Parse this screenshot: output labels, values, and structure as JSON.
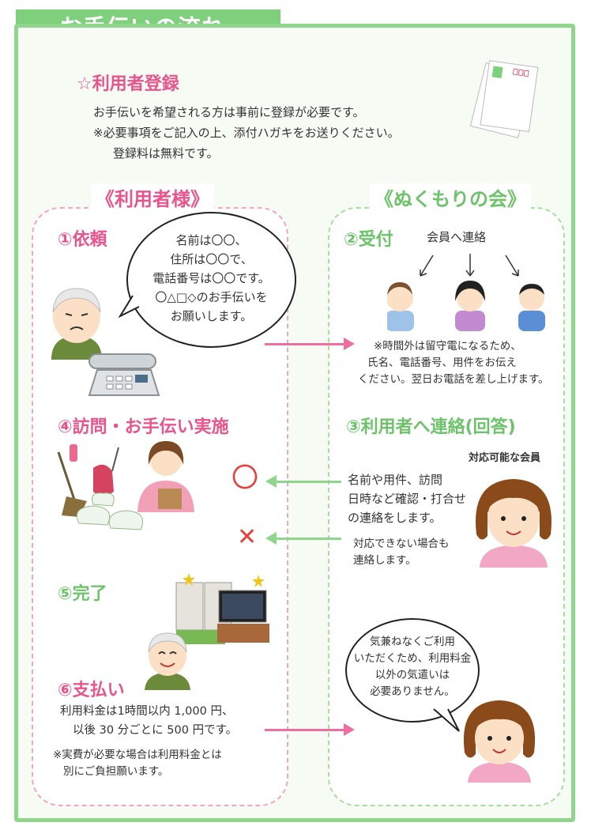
{
  "header": {
    "title": "お手伝いの流れ"
  },
  "registration": {
    "heading": "☆利用者登録",
    "line1": "お手伝いを希望される方は事前に登録が必要です。",
    "line2": "※必要事項をご記入の上、添付ハガキをお送りください。",
    "line3": "登録料は無料です。"
  },
  "user_column": {
    "title": "《利用者様》"
  },
  "org_column": {
    "title": "《ぬくもりの会》"
  },
  "steps": {
    "step1": {
      "label": "①依頼",
      "bubble_lines": [
        "名前は〇〇、",
        "住所は〇〇で、",
        "電話番号は〇〇です。",
        "〇△□◇のお手伝いを",
        "お願いします。"
      ]
    },
    "step2": {
      "label": "②受付",
      "contact_label": "会員へ連絡",
      "note_lines": [
        "※時間外は留守電になるため、",
        "氏名、電話番号、用件をお伝え",
        "ください。翌日お電話を差し上げます。"
      ]
    },
    "step3": {
      "label": "③利用者へ連絡(回答)",
      "member_label": "対応可能な会員",
      "ok_symbol": "〇",
      "ok_lines": [
        "名前や用件、訪問",
        "日時など確認・打合せ",
        "の連絡をします。"
      ],
      "ng_symbol": "✕",
      "ng_lines": [
        "対応できない場合も",
        "連絡します。"
      ]
    },
    "step4": {
      "label": "④訪問・お手伝い実施"
    },
    "step5": {
      "label": "⑤完了"
    },
    "step6": {
      "label": "⑥支払い",
      "fee_line1": "利用料金は1時間以内 1,000 円、",
      "fee_line2": "以後 30 分ごとに 500 円です。",
      "note_line1": "※実費が必要な場合は利用料金とは",
      "note_line2": "別にご負担願います。"
    }
  },
  "closing_bubble": {
    "lines": [
      "気兼ねなくご利用",
      "いただくため、利用料金",
      "以外の気遣いは",
      "必要ありません。"
    ]
  },
  "colors": {
    "accent_green": "#7fd07d",
    "accent_pink": "#e9548d"
  }
}
